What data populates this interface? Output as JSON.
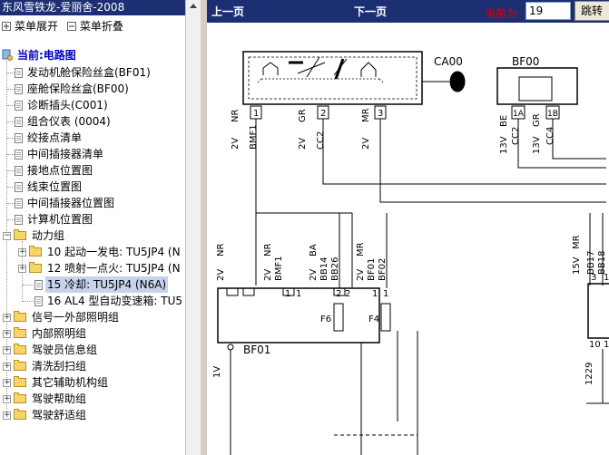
{
  "window_title": "东风雪铁龙-爱丽舍-2008",
  "menu": {
    "expand": "菜单展开",
    "collapse": "菜单折叠"
  },
  "tree": {
    "root_label": "当前:电路图",
    "docs": [
      "发动机舱保险丝盒(BF01)",
      "座舱保险丝盒(BF00)",
      "诊断插头(C001)",
      "组合仪表 (0004)",
      "绞接点清单",
      "中间插接器清单",
      "接地点位置图",
      "线束位置图",
      "中间插接器位置图",
      "计算机位置图"
    ],
    "group_power": "动力组",
    "power_children": [
      "10 起动一发电: TU5JP4 (N",
      "12 喷射一点火: TU5JP4 (N",
      "15 冷却: TU5JP4 (N6A)",
      "16 AL4 型自动变速箱: TU5"
    ],
    "groups": [
      "信号一外部照明组",
      "内部照明组",
      "驾驶员信息组",
      "清洗刮扫组",
      "其它辅助机构组",
      "驾驶帮助组",
      "驾驶舒适组"
    ]
  },
  "nav": {
    "prev": "上一页",
    "next": "下一页",
    "current_label": "当前为",
    "current_page": "19",
    "jump": "跳转"
  },
  "diagram": {
    "ca00": "CA00",
    "bf00": "BF00",
    "bf01": "BF01",
    "pins_ca00": [
      "1",
      "2",
      "3"
    ],
    "pins_bf00": [
      "1A",
      "1B"
    ],
    "wires_top": [
      "2V",
      "NR",
      "BMF1",
      "2V",
      "GR",
      "CC2",
      "2V",
      "MR"
    ],
    "wires_bf00": [
      "13V",
      "BE",
      "CC2",
      "13V",
      "GR",
      "CC4"
    ],
    "wires_bf01_top": [
      "2V",
      "NR",
      "2V",
      "NR",
      "BMF1",
      "2V",
      "BA",
      "BB14",
      "BB26",
      "2V",
      "MR",
      "BF01",
      "BF02"
    ],
    "bf01_pins": [
      "1",
      "1",
      "2",
      "2",
      "1",
      "1"
    ],
    "fuses": [
      "F6",
      "F4"
    ],
    "side_label": "1V",
    "right_wires": [
      "15V",
      "MR",
      "BB17",
      "BB18"
    ],
    "right_pins": [
      "3",
      "1",
      "10",
      "1"
    ],
    "num_1229": "1229"
  }
}
